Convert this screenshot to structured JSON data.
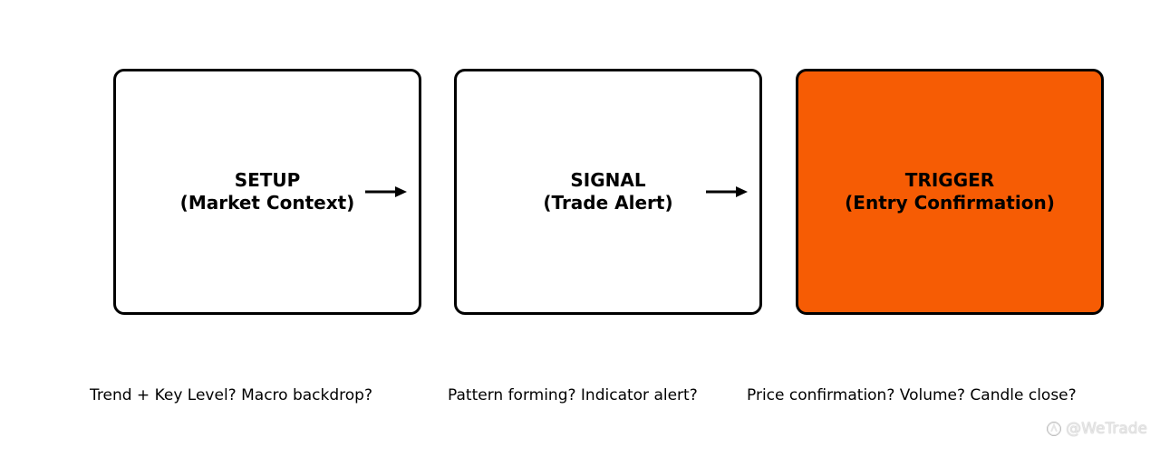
{
  "colors": {
    "trigger_fill": "#f65c04",
    "box_fill": "#ffffff",
    "stroke": "#000000"
  },
  "steps": [
    {
      "title": "SETUP",
      "subtitle": "(Market Context)",
      "note": "Trend + Key Level? Macro backdrop?"
    },
    {
      "title": "SIGNAL",
      "subtitle": "(Trade Alert)",
      "note": "Pattern forming? Indicator alert?"
    },
    {
      "title": "TRIGGER",
      "subtitle": "(Entry Confirmation)",
      "note": "Price confirmation? Volume? Candle close?"
    }
  ],
  "arrows": [
    "arrow-right-icon",
    "arrow-right-icon"
  ],
  "watermark": {
    "icon": "wetrade-logo-icon",
    "text": "@WeTrade"
  }
}
